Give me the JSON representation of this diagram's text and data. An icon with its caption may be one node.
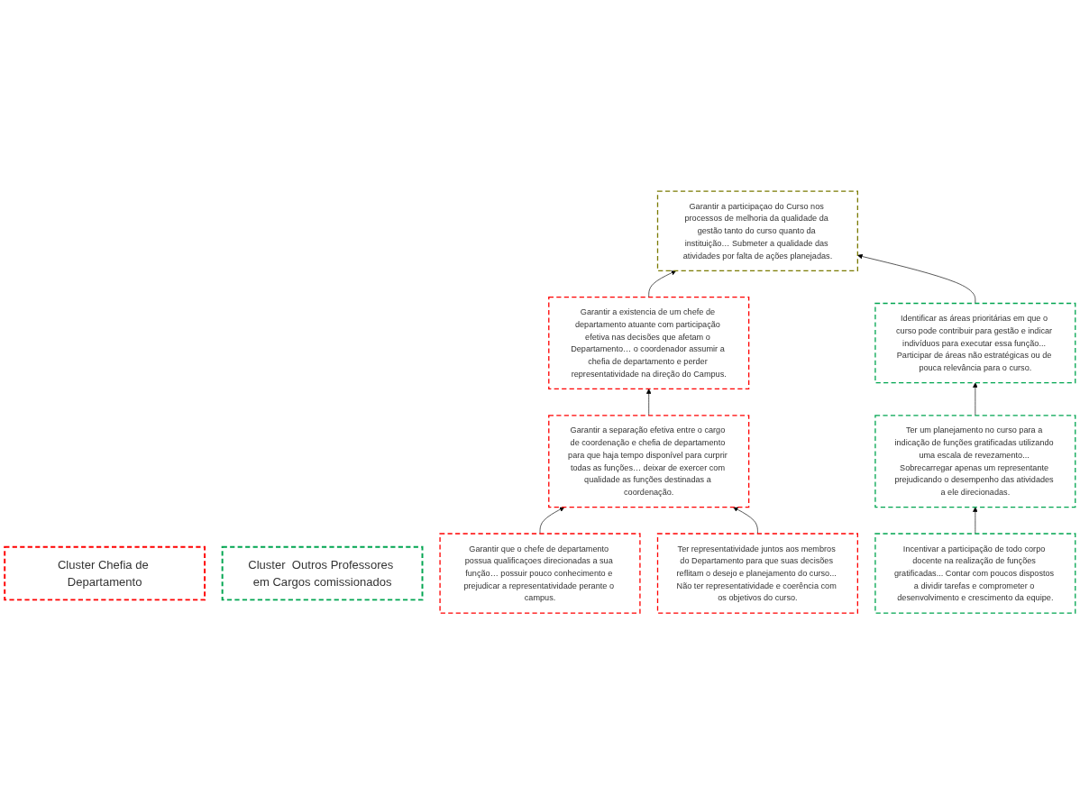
{
  "diagram": {
    "nodes": [
      {
        "text": [
          "Cluster Chefia de Departamento"
        ]
      },
      {
        "text": [
          "Cluster  Outros Professores em Cargos comissionados"
        ]
      },
      {
        "text": [
          "Garantir a participaçao do Curso nos processos de melhoria da qualidade da gestão tanto do curso quanto da instituição… Submeter a qualidade das atividades por falta de ações planejadas."
        ]
      },
      {
        "text": [
          "Garantir a existencia de um chefe de departamento atuante com participação efetiva nas decisões que afetam o Departamento… o coordenador assumir a chefia de departamento e perder representatividade na direção do Campus."
        ]
      },
      {
        "text": [
          "Identificar as áreas prioritárias em que o curso pode contribuir para gestão e indicar indivíduos para executar essa função... Participar de áreas não estratégicas ou de pouca relevância para o curso."
        ]
      },
      {
        "text": [
          "Garantir a separação efetiva entre o cargo de coordenação e chefia de departamento para que haja tempo disponível para curprir todas as funções… deixar de exercer com qualidade as funções destinadas a coordenação."
        ]
      },
      {
        "text": [
          "Ter um planejamento no curso para a indicação de funções gratificadas utilizando uma escala de revezamento... Sobrecarregar apenas um representante prejudicando o desempenho das atividades a ele direcionadas."
        ]
      },
      {
        "text": [
          "Garantir que o chefe de departamento possua qualificaçoes direcionadas a sua função… possuir pouco conhecimento e prejudicar a representatividade perante o campus."
        ]
      },
      {
        "text": [
          "Ter representatividade juntos aos membros do Departamento para que suas decisões reflitam o desejo e planejamento do curso... Não ter representatividade e coerência com os objetivos do curso."
        ]
      },
      {
        "text": [
          "Incentivar a participação de todo corpo docente na realização de funções gratificadas... Contar com poucos dispostos a dividir tarefas e comprometer o desenvolvimento e crescimento da equipe."
        ]
      }
    ],
    "edges": [
      {
        "from": 3,
        "to": 2,
        "arrow": "to"
      },
      {
        "from": 4,
        "to": 2,
        "arrow": "to"
      },
      {
        "from": 5,
        "to": 3,
        "arrow": "to"
      },
      {
        "from": 7,
        "to": 5,
        "arrow": "to"
      },
      {
        "from": 8,
        "to": 5,
        "arrow": "to"
      },
      {
        "from": 6,
        "to": 4,
        "arrow": "to"
      },
      {
        "from": 9,
        "to": 6,
        "arrow": "to"
      }
    ]
  }
}
